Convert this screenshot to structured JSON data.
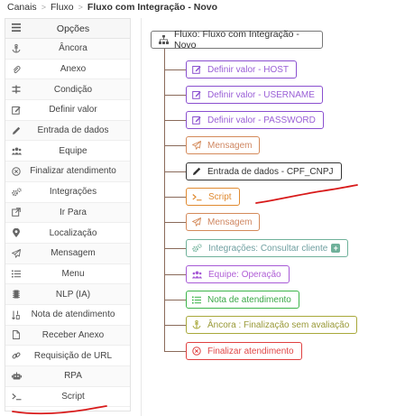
{
  "breadcrumb": {
    "items": [
      "Canais",
      "Fluxo",
      "Fluxo com Integração - Novo"
    ],
    "separator": ">"
  },
  "sidebar": {
    "title": "Opções",
    "items": [
      {
        "label": "Âncora",
        "icon": "anchor-icon"
      },
      {
        "label": "Anexo",
        "icon": "paperclip-icon"
      },
      {
        "label": "Condição",
        "icon": "condition-icon"
      },
      {
        "label": "Definir valor",
        "icon": "edit-icon"
      },
      {
        "label": "Entrada de dados",
        "icon": "pencil-icon"
      },
      {
        "label": "Equipe",
        "icon": "team-icon"
      },
      {
        "label": "Finalizar atendimento",
        "icon": "circle-x-icon"
      },
      {
        "label": "Integrações",
        "icon": "cogs-icon"
      },
      {
        "label": "Ir Para",
        "icon": "external-link-icon"
      },
      {
        "label": "Localização",
        "icon": "map-marker-icon"
      },
      {
        "label": "Mensagem",
        "icon": "paper-plane-icon"
      },
      {
        "label": "Menu",
        "icon": "list-icon"
      },
      {
        "label": "NLP (IA)",
        "icon": "chip-icon"
      },
      {
        "label": "Nota de atendimento",
        "icon": "sort-numeric-icon"
      },
      {
        "label": "Receber Anexo",
        "icon": "file-icon"
      },
      {
        "label": "Requisição de URL",
        "icon": "link-icon"
      },
      {
        "label": "RPA",
        "icon": "robot-icon"
      },
      {
        "label": "Script",
        "icon": "terminal-icon"
      }
    ]
  },
  "flow": {
    "root_label": "Fluxo: Fluxo com Integração - Novo",
    "nodes": [
      {
        "label": "Definir valor - HOST",
        "icon": "edit-icon",
        "color": "#8a4fcf"
      },
      {
        "label": "Definir valor - USERNAME",
        "icon": "edit-icon",
        "color": "#8a4fcf"
      },
      {
        "label": "Definir valor - PASSWORD",
        "icon": "edit-icon",
        "color": "#8a4fcf"
      },
      {
        "label": "Mensagem",
        "icon": "paper-plane-icon",
        "color": "#d48a5a"
      },
      {
        "label": "Entrada de dados - CPF_CNPJ",
        "icon": "pencil-icon",
        "color": "#333333"
      },
      {
        "label": "Script",
        "icon": "terminal-icon",
        "color": "#e08a30"
      },
      {
        "label": "Mensagem",
        "icon": "paper-plane-icon",
        "color": "#d48a5a"
      },
      {
        "label": "Integrações: Consultar cliente",
        "icon": "cogs-icon",
        "color": "#6fb19a"
      },
      {
        "label": "Equipe: Operação",
        "icon": "team-icon",
        "color": "#a75ad6"
      },
      {
        "label": "Nota de atendimento",
        "icon": "list-icon",
        "color": "#3cb44a"
      },
      {
        "label": "Âncora : Finalização sem avaliação",
        "icon": "anchor-icon",
        "color": "#a8a83a"
      },
      {
        "label": "Finalizar atendimento",
        "icon": "circle-x-icon",
        "color": "#e04040"
      }
    ]
  },
  "colors": {
    "annotation_red": "#d81a1a",
    "connector": "#8a6a5a"
  }
}
